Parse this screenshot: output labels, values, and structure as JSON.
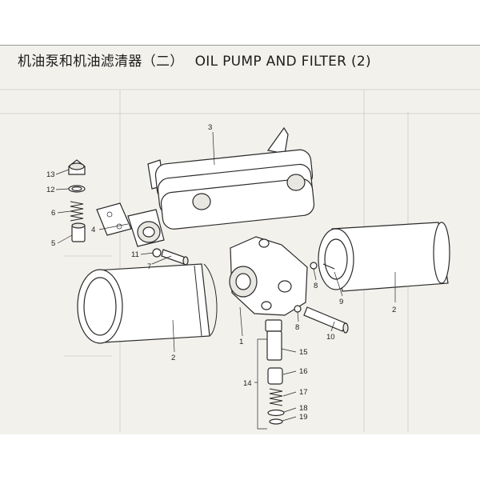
{
  "header": {
    "title_cn": "机油泵和机油滤清器（二）",
    "title_en": "OIL PUMP AND FILTER (2)"
  },
  "callouts": [
    "1",
    "2",
    "2",
    "3",
    "4",
    "5",
    "6",
    "7",
    "8",
    "8",
    "9",
    "10",
    "11",
    "12",
    "13",
    "14",
    "15",
    "16",
    "17",
    "18",
    "19"
  ]
}
